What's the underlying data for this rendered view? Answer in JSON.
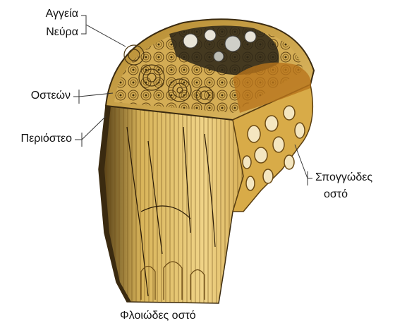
{
  "labels": {
    "vessels": "Αγγεία",
    "nerves": "Νεύρα",
    "osteon": "Οστεών",
    "periosteum": "Περιόστεο",
    "spongy_line1": "Σπογγώδες",
    "spongy_line2": "οστό",
    "cortical": "Φλοιώδες οστό"
  },
  "colors": {
    "bone_light": "#e8c878",
    "bone_mid": "#c89a3a",
    "bone_dark": "#6b4a14",
    "periosteum": "#3a2a10",
    "leader": "#333333"
  }
}
